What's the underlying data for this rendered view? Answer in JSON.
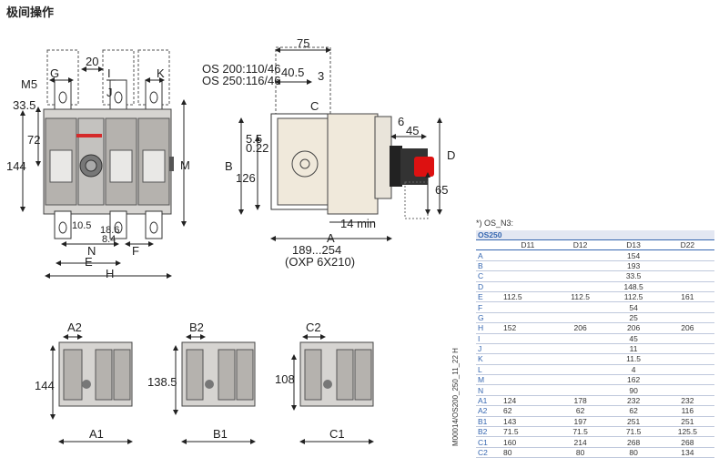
{
  "page_title": "极间操作",
  "front_view": {
    "labels": [
      "G",
      "20",
      "I",
      "K",
      "M5",
      "J",
      "33.5",
      "72",
      "144",
      "M",
      "10.5",
      "18.6",
      "8.4",
      "N",
      "F",
      "E",
      "H"
    ]
  },
  "side_view": {
    "dim_75": "75",
    "os200": "OS 200:110/46",
    "os250": "OS 250:116/46",
    "dim_40_5": "40.5",
    "dim_3": "3",
    "dim_C": "C",
    "dim_6": "6",
    "dim_45": "45",
    "dim_D": "D",
    "dim_5_5": "5.5",
    "dim_0_22": "0.22",
    "dim_B": "B",
    "dim_126": "126",
    "dim_65": "65",
    "dim_14min": "14 min",
    "dim_A": "A",
    "range": "189...254",
    "oxp": "(OXP 6X210)"
  },
  "bottom_views": [
    {
      "top": "A2",
      "side": "144",
      "bottom": "A1"
    },
    {
      "top": "B2",
      "side": "138.5",
      "bottom": "B1"
    },
    {
      "top": "C2",
      "side": "108",
      "bottom": "C1"
    }
  ],
  "vertical_code": "M00014/OS200_250_11_22 H",
  "table": {
    "note": "*) OS_N3:",
    "header": "OS250",
    "columns": [
      "",
      "D11",
      "D12",
      "D13",
      "D22"
    ],
    "rows": [
      [
        "A",
        "",
        "",
        "154",
        ""
      ],
      [
        "B",
        "",
        "",
        "193",
        ""
      ],
      [
        "C",
        "",
        "",
        "33.5",
        ""
      ],
      [
        "D",
        "",
        "",
        "148.5",
        ""
      ],
      [
        "E",
        "112.5",
        "112.5",
        "112.5",
        "161"
      ],
      [
        "F",
        "",
        "",
        "54",
        ""
      ],
      [
        "G",
        "",
        "",
        "25",
        ""
      ],
      [
        "H",
        "152",
        "206",
        "206",
        "206"
      ],
      [
        "I",
        "",
        "",
        "45",
        ""
      ],
      [
        "J",
        "",
        "",
        "11",
        ""
      ],
      [
        "K",
        "",
        "",
        "11.5",
        ""
      ],
      [
        "L",
        "",
        "",
        "4",
        ""
      ],
      [
        "M",
        "",
        "",
        "162",
        ""
      ],
      [
        "N",
        "",
        "",
        "90",
        ""
      ],
      [
        "A1",
        "124",
        "178",
        "232",
        "232"
      ],
      [
        "A2",
        "62",
        "62",
        "62",
        "116"
      ],
      [
        "B1",
        "143",
        "197",
        "251",
        "251"
      ],
      [
        "B2",
        "71.5",
        "71.5",
        "71.5",
        "125.5"
      ],
      [
        "C1",
        "160",
        "214",
        "268",
        "268"
      ],
      [
        "C2",
        "80",
        "80",
        "80",
        "134"
      ]
    ]
  }
}
